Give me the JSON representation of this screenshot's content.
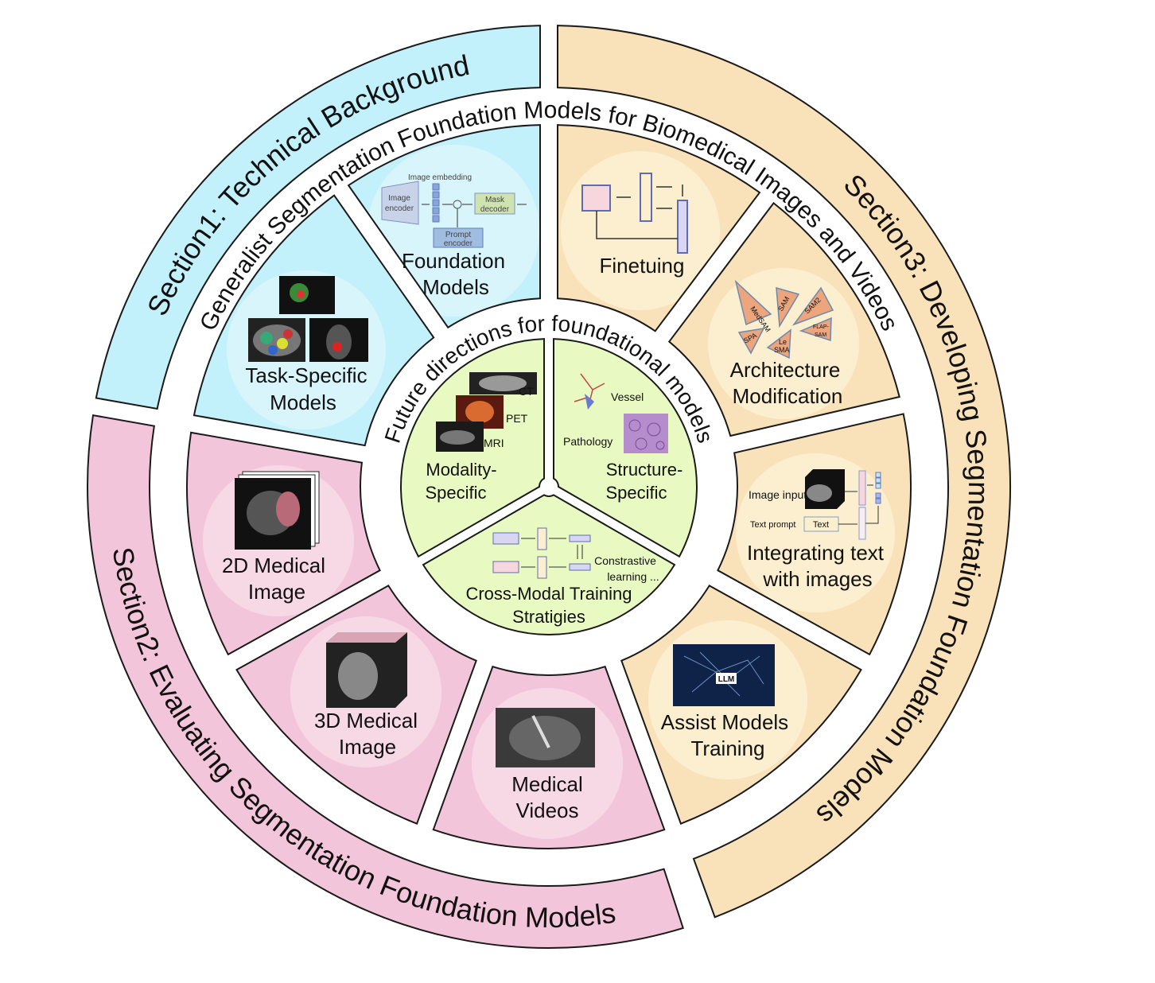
{
  "colors": {
    "section1": "#c3f1fb",
    "section2": "#f3c5da",
    "section3": "#f9e1b9",
    "future": "#e9f9c2",
    "section1_light": "#d9f5fc",
    "section2_light": "#f7d9e6",
    "section3_light": "#fcefcf",
    "outline": "#1a1a1a"
  },
  "title": "Generalist Segmentation Foundation Models for Biomedical Images and Videos",
  "sections": {
    "s1": "Section1: Technical Background",
    "s2": "Section2: Evaluating Segmentation Foundation Models",
    "s3": "Section3: Developing Segmentation Foundation Models"
  },
  "future": {
    "title": "Future directions for foundational models",
    "modality": {
      "line1": "Modality-",
      "line2": "Specific",
      "ct": "CT",
      "pet": "PET",
      "mri": "MRI"
    },
    "structure": {
      "line1": "Structure-",
      "line2": "Specific",
      "vessel": "Vessel",
      "pathology": "Pathology"
    },
    "crossmodal": {
      "line1": "Cross-Modal Training",
      "line2": "Stratigies",
      "note1": "Constrastive",
      "note2": "learning ..."
    }
  },
  "section1_items": {
    "task": {
      "line1": "Task-Specific",
      "line2": "Models"
    },
    "foundation": {
      "line1": "Foundation",
      "line2": "Models",
      "diagram": {
        "embedding": "Image embedding",
        "enc1": "Image",
        "enc2": "encoder",
        "dec1": "Mask",
        "dec2": "decoder",
        "prompt1": "Prompt",
        "prompt2": "encoder"
      }
    }
  },
  "section2_items": {
    "img2d": {
      "line1": "2D Medical",
      "line2": "Image"
    },
    "img3d": {
      "line1": "3D Medical",
      "line2": "Image"
    },
    "video": {
      "line1": "Medical",
      "line2": "Videos"
    }
  },
  "section3_items": {
    "finetune": {
      "label": "Finetuing"
    },
    "arch": {
      "line1": "Architecture",
      "line2": "Modification",
      "models": [
        "MedSAM",
        "SAM",
        "SAM2",
        "SPA",
        "Le",
        "SMA",
        "FLAP-",
        "SAM"
      ]
    },
    "text": {
      "line1": "Integrating text",
      "line2": "with images",
      "image_input": "Image input",
      "text_prompt": "Text prompt",
      "text_box": "Text"
    },
    "assist": {
      "line1": "Assist Models",
      "line2": "Training",
      "llm": "LLM"
    }
  }
}
